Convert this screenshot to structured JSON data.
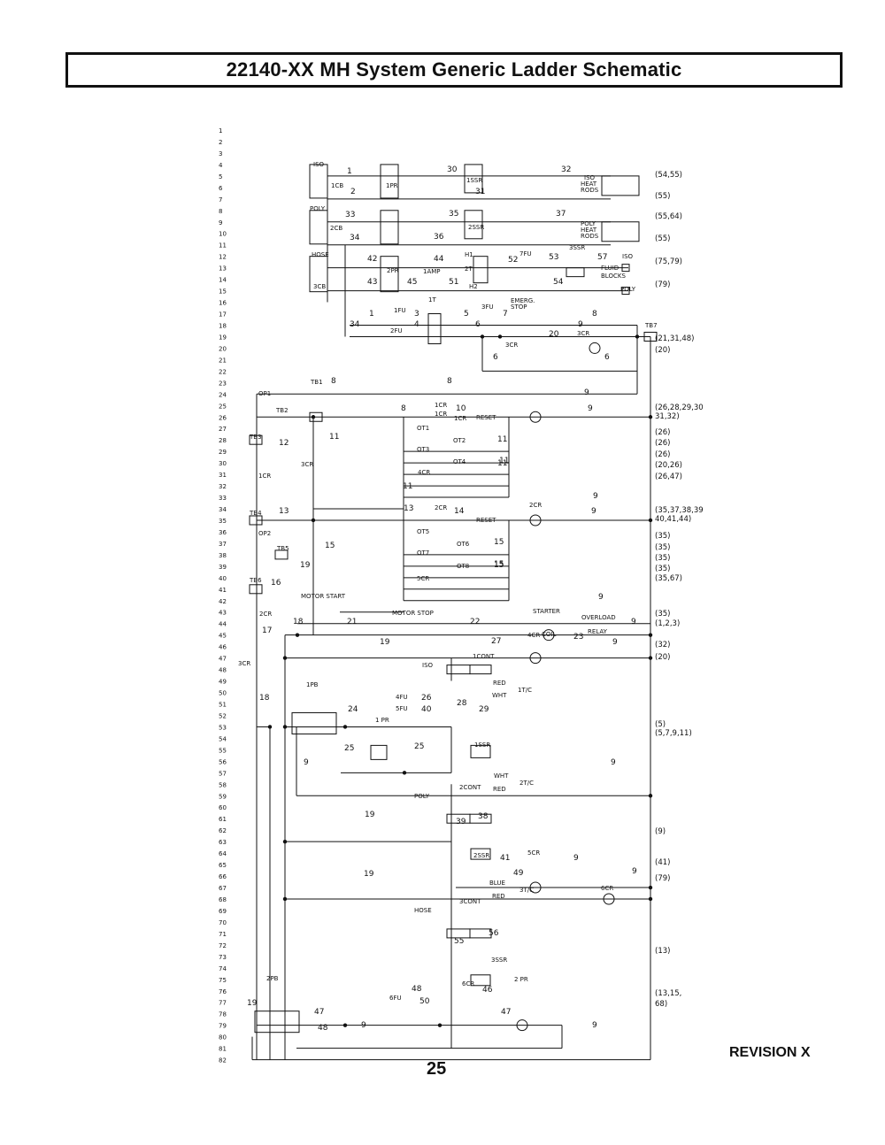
{
  "title": "22140-XX  MH System Generic Ladder Schematic",
  "revision": "REVISION X",
  "page_number": "25",
  "refs": [
    "(54,55)",
    "(55)",
    "(55,64)",
    "(55)",
    "(75,79)",
    "(79)",
    "(21,31,48)",
    "(20)",
    "(26,28,29,30",
    "31,32)",
    "(26)",
    "(26)",
    "(26)",
    "(20,26)",
    "(26,47)",
    "(35,37,38,39",
    "40,41,44)",
    "(35)",
    "(35)",
    "(35)",
    "(35)",
    "(35,67)",
    "(35)",
    "(1,2,3)",
    "(32)",
    "(20)",
    "(5)",
    "(5,7,9,11)",
    "(9)",
    "(41)",
    "(79)",
    "(13)",
    "(13,15,",
    "68)"
  ],
  "labels": [
    "ISO",
    "1CB",
    "POLY",
    "2CB",
    "HOSE",
    "3CB",
    "1PR",
    "2PR",
    "1SSR",
    "2SSR",
    "3SSR",
    "ISO",
    "HEAT",
    "RODS",
    "POLY",
    "HEAT",
    "RODS",
    "FLUID",
    "BLOCKS",
    "ISO",
    "POLY",
    "1AMP",
    "7FU",
    "H1",
    "H2",
    "2T",
    "1FU",
    "2FU",
    "1T",
    "3FU",
    "EMERG.",
    "STOP",
    "3CR",
    "3CR",
    "TB7",
    "TB1",
    "OP1",
    "TB2",
    "TB3",
    "1CR",
    "3CR",
    "1CR",
    "1CR",
    "1CR",
    "RESET",
    "OT1",
    "OT2",
    "OT3",
    "OT4",
    "4CR",
    "TB4",
    "2CR",
    "2CR",
    "RESET",
    "OP2",
    "TB5",
    "OT5",
    "OT6",
    "OT7",
    "OT8",
    "5CR",
    "TB6",
    "MOTOR START",
    "MOTOR STOP",
    "STARTER",
    "COIL",
    "OVERLOAD",
    "RELAY",
    "2CR",
    "3CR",
    "4CR",
    "ISO",
    "1CONT",
    "RED",
    "WHT",
    "1T/C",
    "1PB",
    "4FU",
    "5FU",
    "1 PR",
    "1SSR",
    "POLY",
    "2CONT",
    "WHT",
    "RED",
    "2T/C",
    "2SSR",
    "5CR",
    "6CR",
    "HOSE",
    "3CONT",
    "BLUE",
    "RED",
    "3T/C",
    "3SSR",
    "2PB",
    "6FU",
    "6CR",
    "2 PR"
  ],
  "wire_numbers": [
    "1",
    "2",
    "30",
    "31",
    "32",
    "33",
    "34",
    "35",
    "36",
    "37",
    "42",
    "43",
    "44",
    "45",
    "51",
    "52",
    "53",
    "54",
    "57",
    "1",
    "3",
    "4",
    "5",
    "6",
    "7",
    "8",
    "9",
    "20",
    "6",
    "6",
    "34",
    "8",
    "8",
    "9",
    "8",
    "10",
    "9",
    "11",
    "11",
    "11",
    "11",
    "11",
    "12",
    "9",
    "13",
    "13",
    "14",
    "9",
    "15",
    "15",
    "15",
    "15",
    "19",
    "16",
    "9",
    "18",
    "17",
    "21",
    "22",
    "9",
    "23",
    "19",
    "27",
    "9",
    "18",
    "24",
    "26",
    "40",
    "28",
    "29",
    "25",
    "25",
    "9",
    "9",
    "19",
    "38",
    "39",
    "41",
    "9",
    "19",
    "49",
    "9",
    "55",
    "56",
    "19",
    "48",
    "48",
    "50",
    "46",
    "47",
    "47",
    "9",
    "9"
  ]
}
